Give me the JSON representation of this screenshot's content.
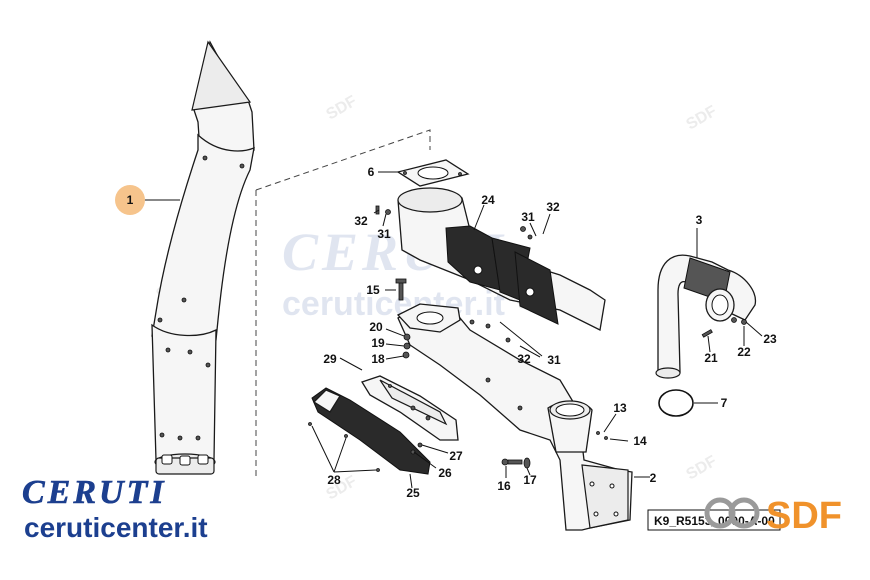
{
  "callouts": [
    {
      "id": "c1",
      "label": "1"
    },
    {
      "id": "c2",
      "label": "2"
    },
    {
      "id": "c3",
      "label": "3"
    },
    {
      "id": "c6",
      "label": "6"
    },
    {
      "id": "c7",
      "label": "7"
    },
    {
      "id": "c13",
      "label": "13"
    },
    {
      "id": "c14",
      "label": "14"
    },
    {
      "id": "c15",
      "label": "15"
    },
    {
      "id": "c16",
      "label": "16"
    },
    {
      "id": "c17",
      "label": "17"
    },
    {
      "id": "c18",
      "label": "18"
    },
    {
      "id": "c19",
      "label": "19"
    },
    {
      "id": "c20",
      "label": "20"
    },
    {
      "id": "c21",
      "label": "21"
    },
    {
      "id": "c22",
      "label": "22"
    },
    {
      "id": "c23",
      "label": "23"
    },
    {
      "id": "c24",
      "label": "24"
    },
    {
      "id": "c25",
      "label": "25"
    },
    {
      "id": "c26",
      "label": "26"
    },
    {
      "id": "c27",
      "label": "27"
    },
    {
      "id": "c28",
      "label": "28"
    },
    {
      "id": "c29",
      "label": "29"
    },
    {
      "id": "c31a",
      "label": "31"
    },
    {
      "id": "c31b",
      "label": "31"
    },
    {
      "id": "c31c",
      "label": "31"
    },
    {
      "id": "c32a",
      "label": "32"
    },
    {
      "id": "c32b",
      "label": "32"
    },
    {
      "id": "c32c",
      "label": "32"
    }
  ],
  "drawing_code": "K9_R5153_0000-A-00",
  "branding": {
    "ceruti_logo": "CERUTI",
    "ceruti_url": "ceruticenter.it",
    "sdf_logo": "SDF",
    "ceruti_color": "#1c3f8f",
    "sdf_color": "#f0922b",
    "highlight_color": "#f6c48c"
  },
  "watermarks": {
    "ceruti_text": "CERUTI",
    "url_text": "ceruticenter.it",
    "sdf_text": "SDF"
  }
}
